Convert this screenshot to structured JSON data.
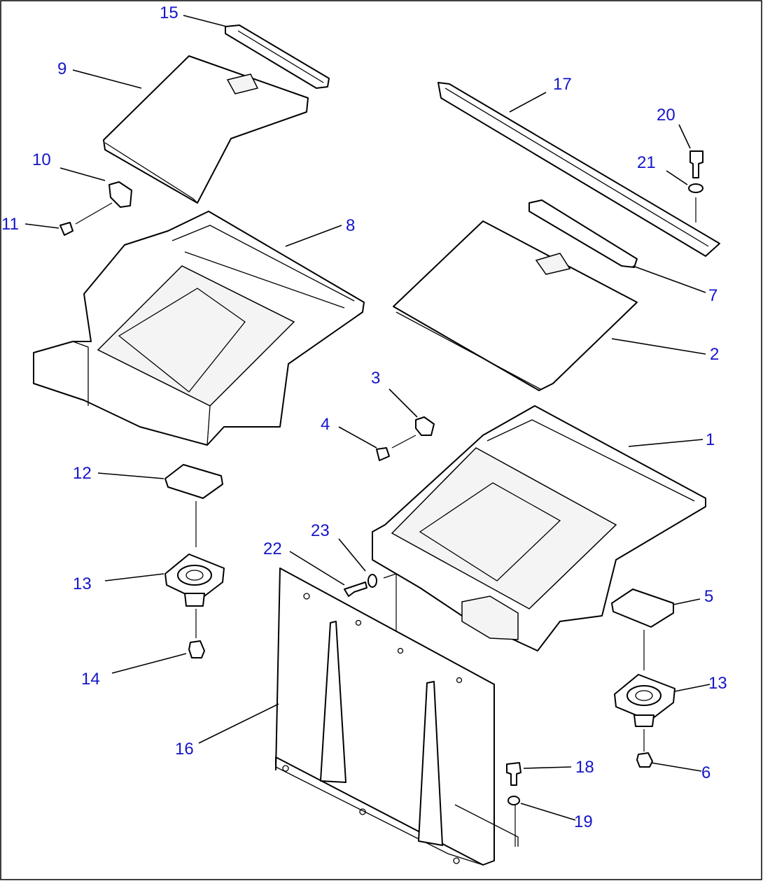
{
  "colors": {
    "callout": "#1515c8",
    "line": "#000000",
    "background": "#ffffff"
  },
  "callouts": [
    {
      "label": "15"
    },
    {
      "label": "9"
    },
    {
      "label": "17"
    },
    {
      "label": "20"
    },
    {
      "label": "21"
    },
    {
      "label": "10"
    },
    {
      "label": "11"
    },
    {
      "label": "8"
    },
    {
      "label": "7"
    },
    {
      "label": "2"
    },
    {
      "label": "3"
    },
    {
      "label": "4"
    },
    {
      "label": "1"
    },
    {
      "label": "12"
    },
    {
      "label": "23"
    },
    {
      "label": "22"
    },
    {
      "label": "13"
    },
    {
      "label": "5"
    },
    {
      "label": "13"
    },
    {
      "label": "14"
    },
    {
      "label": "16"
    },
    {
      "label": "18"
    },
    {
      "label": "6"
    },
    {
      "label": "19"
    }
  ]
}
